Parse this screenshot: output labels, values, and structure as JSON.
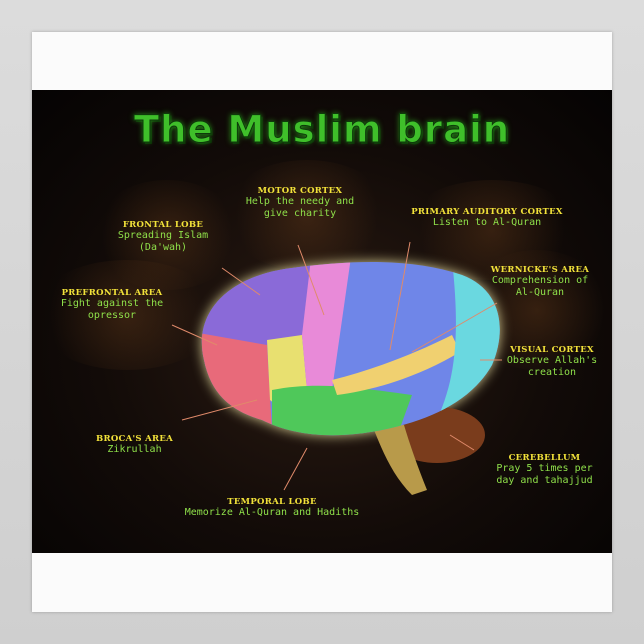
{
  "title": "The Muslim brain",
  "labels": {
    "motor_cortex": {
      "heading": "MOTOR CORTEX",
      "text": "Help the needy and\ngive charity"
    },
    "frontal_lobe": {
      "heading": "FRONTAL LOBE",
      "text": "Spreading Islam\n(Da'wah)"
    },
    "primary_auditory_cortex": {
      "heading": "PRIMARY AUDITORY CORTEX",
      "text": "Listen to Al-Quran"
    },
    "wernickes_area": {
      "heading": "WERNICKE'S AREA",
      "text": "Comprehension of\nAl-Quran"
    },
    "prefrontal_area": {
      "heading": "PREFRONTAL AREA",
      "text": "Fight against the\nopressor"
    },
    "visual_cortex": {
      "heading": "VISUAL CORTEX",
      "text": "Observe Allah's\ncreation"
    },
    "brocas_area": {
      "heading": "BROCA'S AREA",
      "text": "Zikrullah"
    },
    "cerebellum": {
      "heading": "CEREBELLUM",
      "text": "Pray 5 times per\nday and tahajjud"
    },
    "temporal_lobe": {
      "heading": "TEMPORAL LOBE",
      "text": "Memorize Al-Quran and Hadiths"
    }
  },
  "colors": {
    "title": "#3fbf2a",
    "heading": "#f2e23a",
    "text": "#8fe04a",
    "leader": "#e08a6a"
  }
}
